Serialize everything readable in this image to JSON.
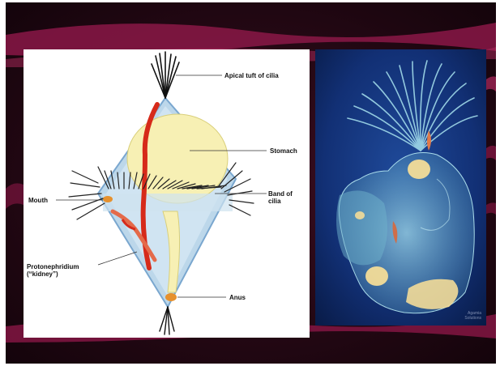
{
  "slide": {
    "colors": {
      "background": "#220812",
      "swoosh": "#8a1746",
      "swoosh_light": "#b02a5e",
      "photo_bg": "#0a1a4a"
    }
  },
  "diagram": {
    "labels": {
      "apical": "Apical tuft of cilia",
      "stomach": "Stomach",
      "band": "Band of\ncilia",
      "mouth": "Mouth",
      "proto": "Protonephridium\n(“kidney”)",
      "anus": "Anus"
    },
    "colors": {
      "body": "#bcd7ea",
      "stomach": "#f7f0b4",
      "red": "#d62a1a",
      "orange": "#e6912e"
    }
  },
  "photo": {
    "credit": "Agamia\nSolutions",
    "icons": [
      "trochophore-larva-micrograph"
    ]
  }
}
